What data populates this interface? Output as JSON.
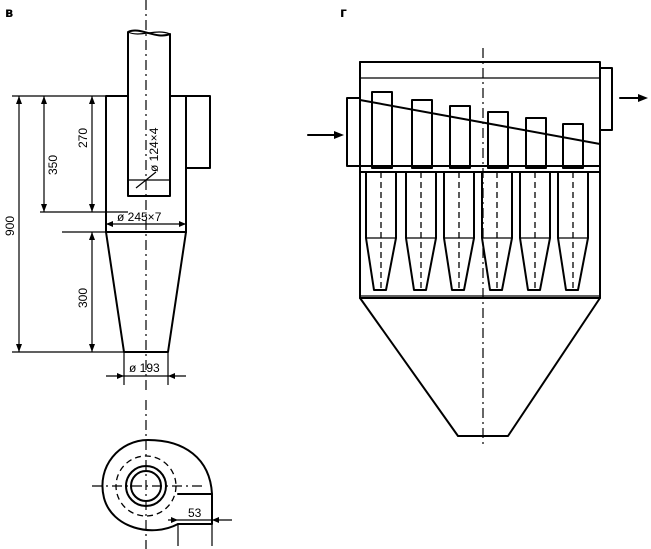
{
  "views": {
    "left_label": "в",
    "right_label": "г"
  },
  "dimensions": {
    "total_height": "900",
    "upper_height": "350",
    "inlet_height": "270",
    "cone_height": "300",
    "pipe_diameter": "ø 124×4",
    "body_diameter": "ø 245×7",
    "outlet_diameter": "ø 193",
    "inlet_offset": "53"
  },
  "colors": {
    "ink": "#000000",
    "paper": "#ffffff"
  }
}
